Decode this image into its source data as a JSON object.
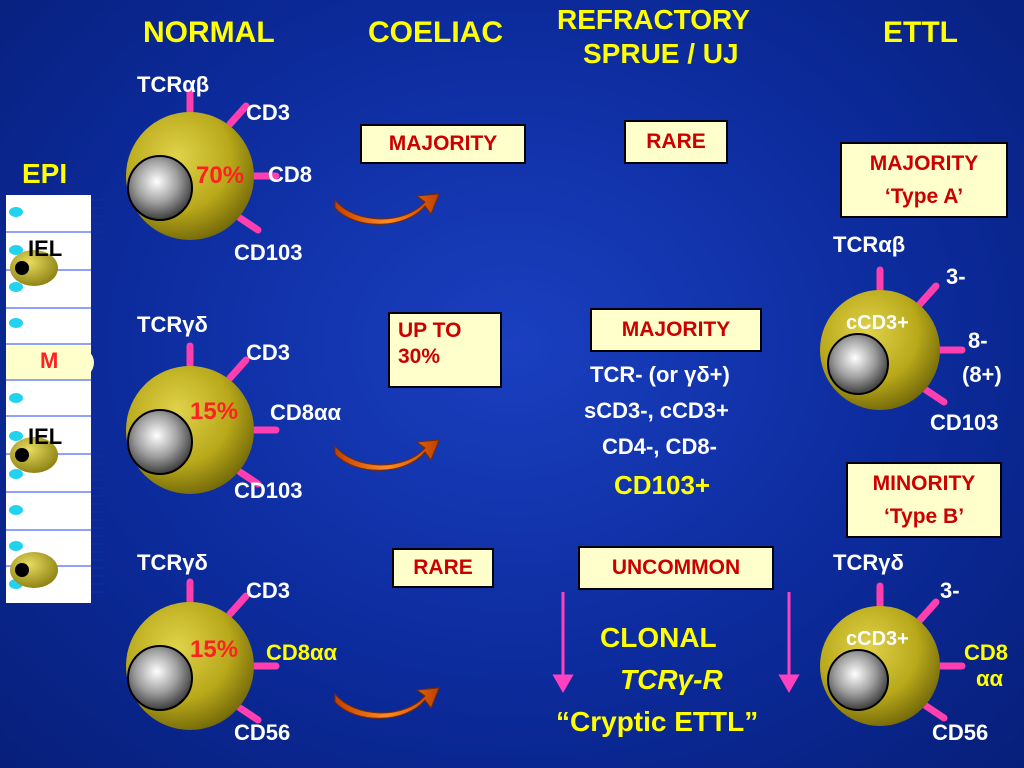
{
  "headers": {
    "normal": "NORMAL",
    "coeliac": "COELIAC",
    "refractory_line1": "REFRACTORY",
    "refractory_line2": "SPRUE / UJ",
    "ettl": "ETTL"
  },
  "epithelium": {
    "epi_label": "EPI",
    "iel_label_1": "IEL",
    "m_label": "M",
    "iel_label_2": "IEL"
  },
  "normal_cells": [
    {
      "receptor": "TCRαβ",
      "cd3": "CD3",
      "percent": "70%",
      "cd8": "CD8",
      "bottom": "CD103"
    },
    {
      "receptor": "TCRγδ",
      "cd3": "CD3",
      "percent": "15%",
      "cd8": "CD8αα",
      "bottom": "CD103"
    },
    {
      "receptor": "TCRγδ",
      "cd3": "CD3",
      "percent": "15%",
      "cd8": "CD8αα",
      "bottom": "CD56"
    }
  ],
  "coeliac_boxes": [
    "MAJORITY",
    "UP TO 30%",
    "RARE"
  ],
  "refractory": {
    "box1": "RARE",
    "box2": "MAJORITY",
    "line1": "TCR- (or γδ+)",
    "line2": "sCD3-, cCD3+",
    "line3": "CD4-, CD8-",
    "line4": "CD103+",
    "box3": "UNCOMMON",
    "clonal1": "CLONAL",
    "clonal2": "TCRγ-R",
    "clonal3": "“Cryptic ETTL”"
  },
  "ettl": {
    "box1_line1": "MAJORITY",
    "box1_line2": "‘Type A’",
    "cell1": {
      "receptor": "TCRαβ",
      "cd3": "3-",
      "ccd3": "cCD3+",
      "cd8_line1": "8-",
      "cd8_line2": "(8+)",
      "bottom": "CD103"
    },
    "box2_line1": "MINORITY",
    "box2_line2": "‘Type B’",
    "cell2": {
      "receptor": "TCRγδ",
      "cd3": "3-",
      "ccd3": "cCD3+",
      "cd8_line1": "CD8",
      "cd8_line2": "αα",
      "bottom": "CD56"
    }
  },
  "colors": {
    "background": "#0c2b9c",
    "header": "#ffff00",
    "label": "#ffffff",
    "percent": "#ff2020",
    "box_fill": "#ffffcc",
    "box_text": "#cc0000",
    "cell_body": "#b8a81a",
    "receptor_stalk": "#ff3fb0",
    "arrow": "#e65c00"
  }
}
